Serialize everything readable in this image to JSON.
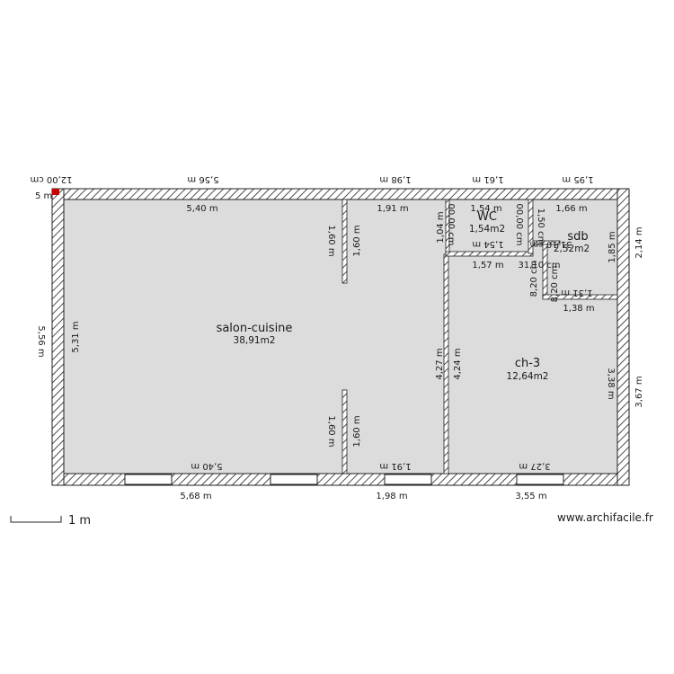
{
  "rooms": [
    {
      "name": "salon-cuisine",
      "area": "38,91m2"
    },
    {
      "name": "WC",
      "area": "1,54m2"
    },
    {
      "name": "sdb",
      "area": "2,52m2"
    },
    {
      "name": "ch-3",
      "area": "12,64m2"
    }
  ],
  "dimensions": {
    "top_outer": [
      "12,00 cm",
      "5,56 m",
      "1,98 m",
      "1,61 m",
      "1,95 m"
    ],
    "top_inner": [
      "5,40 m",
      "1,91 m",
      "1,54 m",
      "1,66 m"
    ],
    "bottom_outer": [
      "5,68 m",
      "1,98 m",
      "3,55 m"
    ],
    "bottom_inner": [
      "5,40 m",
      "1,91 m",
      "3,27 m"
    ],
    "left": [
      "5,56 m",
      "5,31 m"
    ],
    "right": [
      "2,14 m",
      "3,67 m",
      "1,85 m",
      "3,38 m"
    ],
    "partition_salon": [
      "1,60 m",
      "1,60 m",
      "1,60 m",
      "1,60 m"
    ],
    "partition_ch3": [
      "4,27 m",
      "4,24 m"
    ],
    "wc": [
      "1,04 m",
      "00,00 cm",
      "00,00 cm",
      "1,54 m",
      "1,57 m"
    ],
    "sdb": [
      "31,10 cm",
      "31,10 cm",
      "8,20 cm",
      "8,20 cm",
      "1,31 m",
      "1,38 m",
      "1,50 cm"
    ],
    "corner": "5 m"
  },
  "scale_label": "1 m",
  "credit": "www.archifacile.fr",
  "colors": {
    "floor": "#dcdcdc",
    "wall_line": "#222222",
    "marker": "#cc0000"
  }
}
